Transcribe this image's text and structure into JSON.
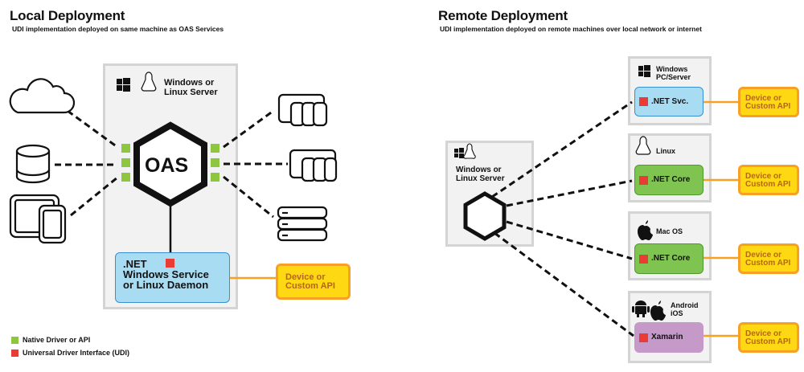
{
  "local": {
    "title": "Local Deployment",
    "subtitle": "UDI implementation deployed on same machine as OAS Services",
    "server_label_line1": "Windows or",
    "server_label_line2": "Linux Server",
    "hub_label": "OAS",
    "service_line1": ".NET",
    "service_line2": "Windows Service",
    "service_line3": "or Linux Daemon",
    "device_line1": "Device or",
    "device_line2": "Custom API",
    "left_sources": [
      "cloud-icon",
      "database-icon",
      "devices-icon"
    ],
    "right_targets": [
      "plc-rack-icon",
      "plc-rack-icon",
      "server-stack-icon"
    ]
  },
  "remote": {
    "title": "Remote Deployment",
    "subtitle": "UDI implementation deployed on remote machines over local network or internet",
    "server_label_line1": "Windows or",
    "server_label_line2": "Linux Server",
    "nodes": [
      {
        "os_line1": "Windows",
        "os_line2": "PC/Server",
        "service": ".NET Svc.",
        "color": "#a8dcf3",
        "device_line1": "Device or",
        "device_line2": "Custom API"
      },
      {
        "os_line1": "Linux",
        "os_line2": "",
        "service": ".NET Core",
        "color": "#7fc450",
        "device_line1": "Device or",
        "device_line2": "Custom API"
      },
      {
        "os_line1": "Mac OS",
        "os_line2": "",
        "service": ".NET Core",
        "color": "#7fc450",
        "device_line1": "Device or",
        "device_line2": "Custom API"
      },
      {
        "os_line1": "Android",
        "os_line2": "iOS",
        "service": "Xamarin",
        "color": "#c59ac8",
        "device_line1": "Device or",
        "device_line2": "Custom API"
      }
    ]
  },
  "legend": {
    "items": [
      {
        "label": "Native Driver or API",
        "color": "#8dc63f"
      },
      {
        "label": "Universal Driver Interface (UDI)",
        "color": "#ea3c35"
      }
    ]
  },
  "colors": {
    "native_green": "#8dc63f",
    "udi_red": "#ea3c35",
    "device_yellow": "#ffd814",
    "device_border": "#f7a021",
    "panel_gray": "#f2f2f2"
  }
}
